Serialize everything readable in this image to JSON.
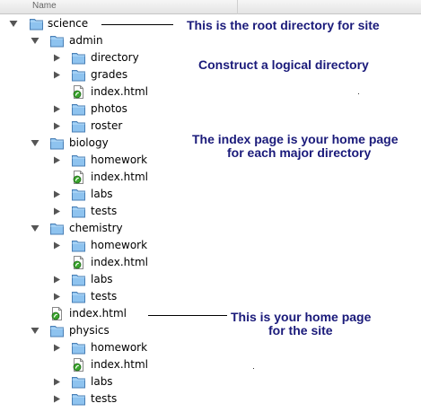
{
  "header": {
    "name_label": "Name"
  },
  "tree": [
    {
      "label": "science",
      "type": "folder",
      "expanded": true,
      "level": 0
    },
    {
      "label": "admin",
      "type": "folder",
      "expanded": true,
      "level": 1
    },
    {
      "label": "directory",
      "type": "folder",
      "expanded": false,
      "level": 2
    },
    {
      "label": "grades",
      "type": "folder",
      "expanded": false,
      "level": 2
    },
    {
      "label": "index.html",
      "type": "html",
      "level": 2
    },
    {
      "label": "photos",
      "type": "folder",
      "expanded": false,
      "level": 2
    },
    {
      "label": "roster",
      "type": "folder",
      "expanded": false,
      "level": 2
    },
    {
      "label": "biology",
      "type": "folder",
      "expanded": true,
      "level": 1
    },
    {
      "label": "homework",
      "type": "folder",
      "expanded": false,
      "level": 2
    },
    {
      "label": "index.html",
      "type": "html",
      "level": 2
    },
    {
      "label": "labs",
      "type": "folder",
      "expanded": false,
      "level": 2
    },
    {
      "label": "tests",
      "type": "folder",
      "expanded": false,
      "level": 2
    },
    {
      "label": "chemistry",
      "type": "folder",
      "expanded": true,
      "level": 1
    },
    {
      "label": "homework",
      "type": "folder",
      "expanded": false,
      "level": 2
    },
    {
      "label": "index.html",
      "type": "html",
      "level": 2
    },
    {
      "label": "labs",
      "type": "folder",
      "expanded": false,
      "level": 2
    },
    {
      "label": "tests",
      "type": "folder",
      "expanded": false,
      "level": 2
    },
    {
      "label": "index.html",
      "type": "html",
      "level": 1
    },
    {
      "label": "physics",
      "type": "folder",
      "expanded": true,
      "level": 1
    },
    {
      "label": "homework",
      "type": "folder",
      "expanded": false,
      "level": 2
    },
    {
      "label": "index.html",
      "type": "html",
      "level": 2
    },
    {
      "label": "labs",
      "type": "folder",
      "expanded": false,
      "level": 2
    },
    {
      "label": "tests",
      "type": "folder",
      "expanded": false,
      "level": 2
    }
  ],
  "annotations": {
    "root": "This is the root directory for site",
    "logical": "Construct a logical directory",
    "index_line1": "The index page is your home page",
    "index_line2": "for each major directory",
    "home_line1": "This is your home page",
    "home_line2": "for the site"
  },
  "colors": {
    "annotation_text": "#1a1a7a",
    "folder_fill": "#8ec3ef",
    "html_icon_accent": "#3aa52c"
  }
}
